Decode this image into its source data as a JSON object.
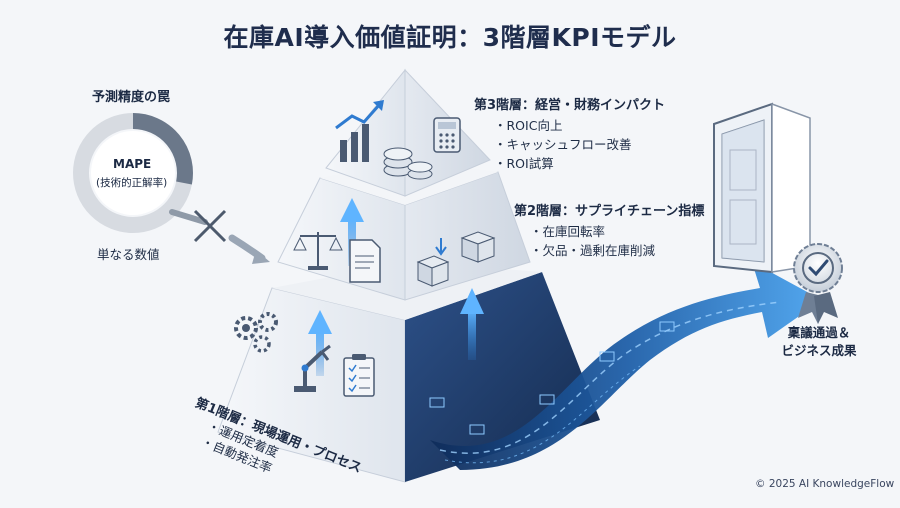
{
  "title": "在庫AI導入価値証明：3階層KPIモデル",
  "prediction": {
    "heading": "予測精度の罠",
    "gauge_label": "MAPE",
    "gauge_sub": "(技術的正解率)",
    "caption": "単なる数値"
  },
  "tiers": [
    {
      "heading": "第3階層：経営・財務インパクト",
      "items": [
        "・ROIC向上",
        "・キャッシュフロー改善",
        "・ROI試算"
      ]
    },
    {
      "heading": "第2階層：サプライチェーン指標",
      "items": [
        "・在庫回転率",
        "・欠品・過剰在庫削減"
      ]
    },
    {
      "heading": "第1階層：現場運用・プロセス",
      "items": [
        "・運用定着度",
        "・自動発注率"
      ]
    }
  ],
  "outcome": {
    "line1": "稟議通過＆",
    "line2": "ビジネス成果"
  },
  "footer": "© 2025 AI KnowledgeFlow",
  "colors": {
    "navy": "#1f2d4d",
    "accent_blue": "#3b86d6",
    "light_face": "#e8ecf2",
    "dark_face": "#1e3a66"
  },
  "icons": [
    "chart-up-icon",
    "coins-icon",
    "calculator-icon",
    "scales-icon",
    "document-icon",
    "boxes-icon",
    "gears-icon",
    "robot-arm-icon",
    "checklist-icon",
    "door-icon",
    "badge-check-icon",
    "x-mark-icon",
    "magnifier-icon"
  ]
}
